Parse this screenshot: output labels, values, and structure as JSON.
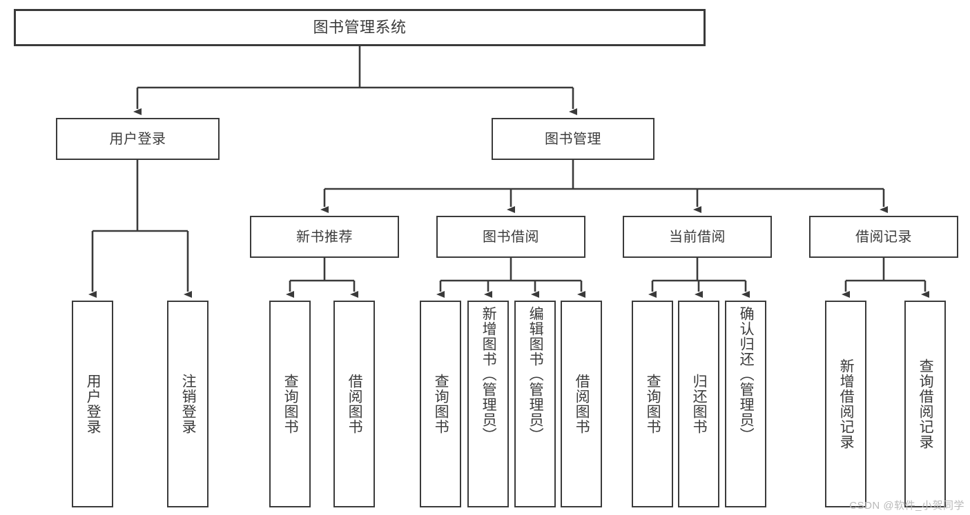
{
  "diagram": {
    "type": "tree",
    "title": "图书管理系统",
    "watermark": "CSDN @软件_小贺同学",
    "colors": {
      "box_border": "#3a3a3a",
      "box_fill": "#ffffff",
      "connector": "#3a3a3a",
      "text": "#3b3b3b",
      "watermark": "#b9b9b9"
    },
    "nodes": {
      "root": {
        "label": "图书管理系统"
      },
      "level1": [
        {
          "label": "用户登录"
        },
        {
          "label": "图书管理"
        }
      ],
      "level2": [
        {
          "label": "新书推荐"
        },
        {
          "label": "图书借阅"
        },
        {
          "label": "当前借阅"
        },
        {
          "label": "借阅记录"
        }
      ],
      "leaves": {
        "user_login": [
          {
            "label": "用户登录"
          },
          {
            "label": "注销登录"
          }
        ],
        "new_book": [
          {
            "label": "查询图书"
          },
          {
            "label": "借阅图书"
          }
        ],
        "book_borrow": [
          {
            "label": "查询图书"
          },
          {
            "label": "新增图书（管理员）"
          },
          {
            "label": "编辑图书（管理员）"
          },
          {
            "label": "借阅图书"
          }
        ],
        "current_borrow": [
          {
            "label": "查询图书"
          },
          {
            "label": "归还图书"
          },
          {
            "label": "确认归还（管理员）"
          }
        ],
        "borrow_record": [
          {
            "label": "新增借阅记录"
          },
          {
            "label": "查询借阅记录"
          }
        ]
      }
    }
  }
}
